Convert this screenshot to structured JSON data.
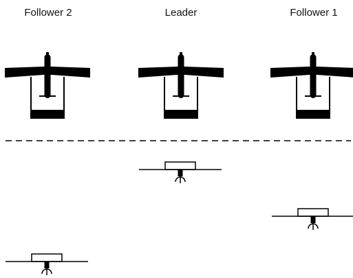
{
  "labels": {
    "follower2": "Follower 2",
    "leader": "Leader",
    "follower1": "Follower 1"
  },
  "icons": {
    "top_view": "uav-top-view-icon",
    "front_view": "uav-front-view-icon"
  },
  "colors": {
    "ink": "#000000",
    "background": "#ffffff"
  }
}
